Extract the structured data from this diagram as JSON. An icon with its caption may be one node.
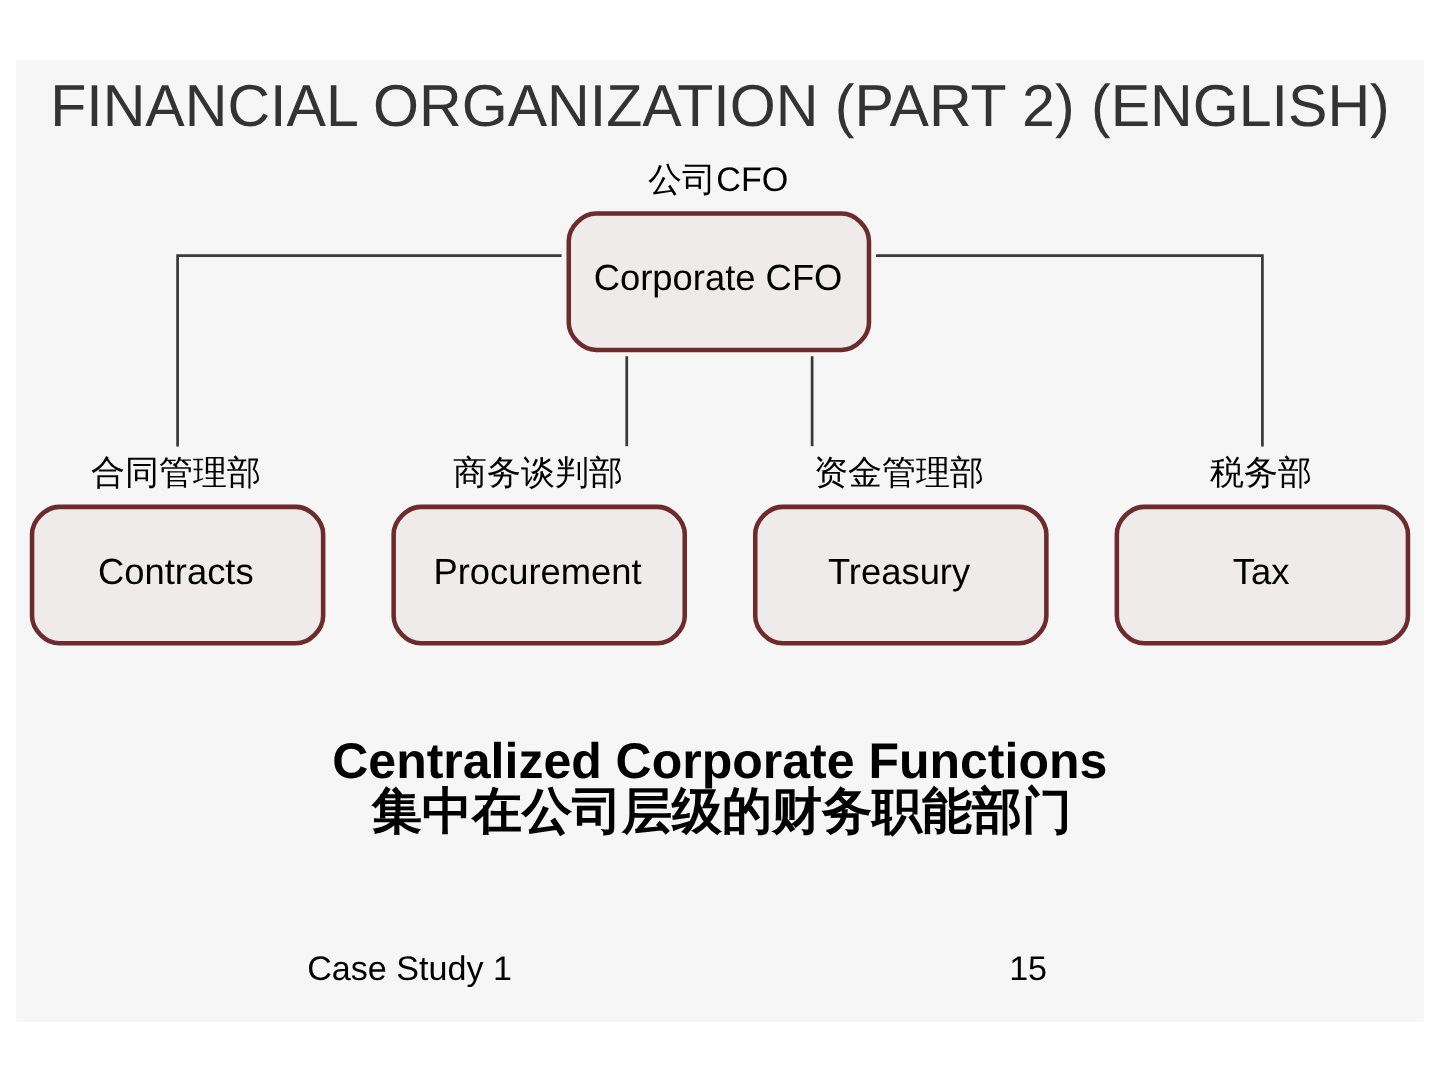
{
  "diagram": {
    "title": "FINANCIAL ORGANIZATION (PART 2) (ENGLISH)",
    "caption": "Centralized Corporate Functions 集中在公司层级的财务职能部门",
    "nodes": [
      {
        "text": [
          "公司CFO",
          "Corporate CFO"
        ]
      },
      {
        "text": [
          "合同管理部",
          "Contracts"
        ]
      },
      {
        "text": [
          "商务谈判部",
          "Procurement"
        ]
      },
      {
        "text": [
          "资金管理部",
          "Treasury"
        ]
      },
      {
        "text": [
          "税务部",
          "Tax"
        ]
      }
    ],
    "edges": [
      {
        "from": 0,
        "to": 1,
        "arrow": "none"
      },
      {
        "from": 0,
        "to": 2,
        "arrow": "none"
      },
      {
        "from": 0,
        "to": 3,
        "arrow": "none"
      },
      {
        "from": 0,
        "to": 4,
        "arrow": "none"
      }
    ],
    "labels": [
      "Case Study 1",
      "15"
    ]
  }
}
